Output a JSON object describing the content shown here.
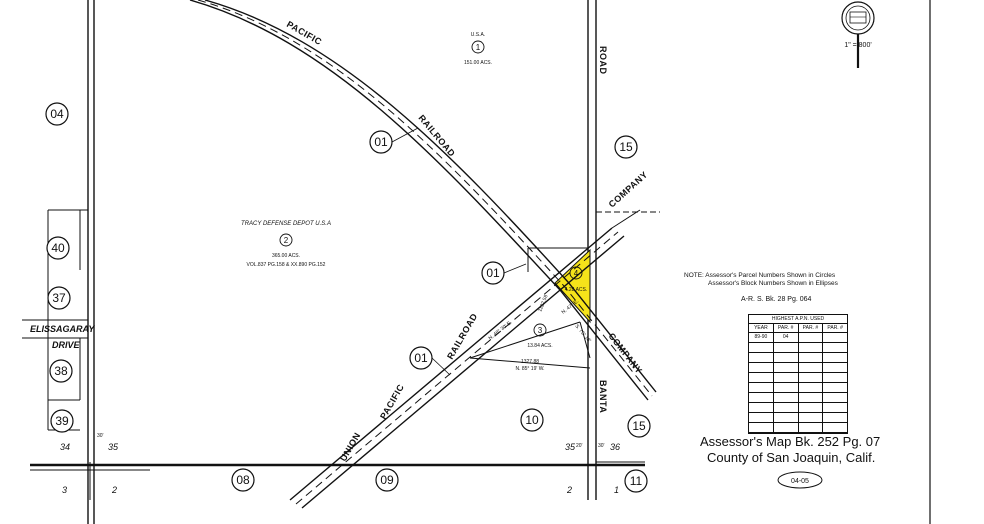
{
  "parcels_outer": {
    "p04": "04",
    "p01a": "01",
    "p15a": "15",
    "p40": "40",
    "p37": "37",
    "p01b": "01",
    "p38": "38",
    "p01c": "01",
    "p10": "10",
    "p39": "39",
    "p15b": "15",
    "p08": "08",
    "p09": "09",
    "p11": "11"
  },
  "parcels_inner": {
    "p1": "1",
    "p2": "2",
    "p3": "3",
    "p4": "4"
  },
  "usa": {
    "label": "U.S.A.",
    "acres": "151.00 ACS."
  },
  "tracy": {
    "label": "TRACY DEFENSE DEPOT U.S.A",
    "acres": "365.00 ACS.",
    "ref": "VOL.837 PG.158 & XX.890 PG.152"
  },
  "parcel3": {
    "acres": "13.84 ACS.",
    "dim1": "1327.88",
    "dim2": "N. 85° 19' W."
  },
  "parcel4": {
    "acres": "4.28 ACS."
  },
  "railroad_labels": {
    "pacific_top": "PACIFIC",
    "railroad_top": "RAILROAD",
    "union": "UNION",
    "pacific": "PACIFIC",
    "railroad": "RAILROAD",
    "company_top": "COMPANY",
    "company_bottom": "COMPANY"
  },
  "streets": {
    "road": "ROAD",
    "banta": "BANTA",
    "elissagaray": "ELISSAGARAY",
    "drive": "DRIVE"
  },
  "sections": {
    "s34": "34",
    "s35a": "35",
    "s35b": "35",
    "s36": "36",
    "s3": "3",
    "s2a": "2",
    "s2b": "2",
    "s1": "1",
    "w30a": "30'",
    "w30b": "30'",
    "w20": "20'"
  },
  "bearings": {
    "b1": "1122.58",
    "b2": "N. 48° 30' E.",
    "b3": "N. 47° E.",
    "b4": "S. 75° 18'"
  },
  "note": {
    "line1": "NOTE: Assessor's Parcel Numbers Shown in Circles",
    "line2": "Assessor's Block Numbers Shown in Ellipses",
    "rs": "A-R. S. Bk. 28 Pg. 064"
  },
  "apn_table": {
    "title": "HIGHEST A.P.N. USED",
    "headers": [
      "YEAR",
      "PAR. #",
      "PAR. #",
      "PAR. #"
    ],
    "rows": [
      [
        "89-90",
        "04",
        "",
        ""
      ]
    ]
  },
  "title": {
    "line1": "Assessor's Map Bk. 252 Pg. 07",
    "line2": "County of San Joaquin, Calif."
  },
  "block": "04-05",
  "scale": "1\" = 800'",
  "colors": {
    "highlight": "#f5e31a",
    "ink": "#111111"
  }
}
